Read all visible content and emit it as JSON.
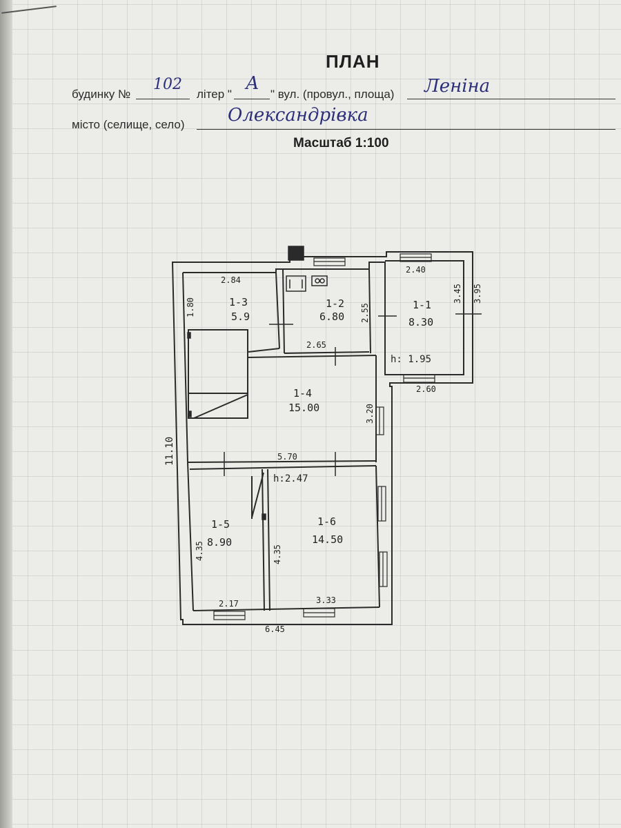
{
  "header": {
    "title": "ПЛАН",
    "house_label": "будинку №",
    "house_number": "102",
    "liter_label_open": "літер \"",
    "liter_value": "А",
    "street_label": "\" вул. (провул., площа)",
    "street_value": "Леніна",
    "city_label": "місто (селище, село)",
    "city_value": "Олександрівка",
    "scale": "Масштаб  1:100"
  },
  "rooms": [
    {
      "id": "1-1",
      "area": "8.30"
    },
    {
      "id": "1-2",
      "area": "6.80"
    },
    {
      "id": "1-3",
      "area": "5.9"
    },
    {
      "id": "1-4",
      "area": "15.00"
    },
    {
      "id": "1-5",
      "area": "8.90"
    },
    {
      "id": "1-6",
      "area": "14.50"
    }
  ],
  "dimensions": {
    "d_2_40": "2.40",
    "d_3_45": "3.45",
    "d_3_95": "3.95",
    "d_2_84": "2.84",
    "d_1_80": "1.80",
    "d_2_55": "2.55",
    "d_2_65": "2.65",
    "d_h_1_95": "h: 1.95",
    "d_2_60": "2.60",
    "d_3_20": "3.20",
    "d_11_10": "11.10",
    "d_5_70": "5.70",
    "d_h_2_47": "h:2.47",
    "d_4_35_a": "4.35",
    "d_4_35_b": "4.35",
    "d_2_17": "2.17",
    "d_3_33": "3.33",
    "d_6_45": "6.45"
  },
  "colors": {
    "ink": "#1f1f1f",
    "handwriting": "#2b2f7a",
    "paper": "#ecece8"
  }
}
